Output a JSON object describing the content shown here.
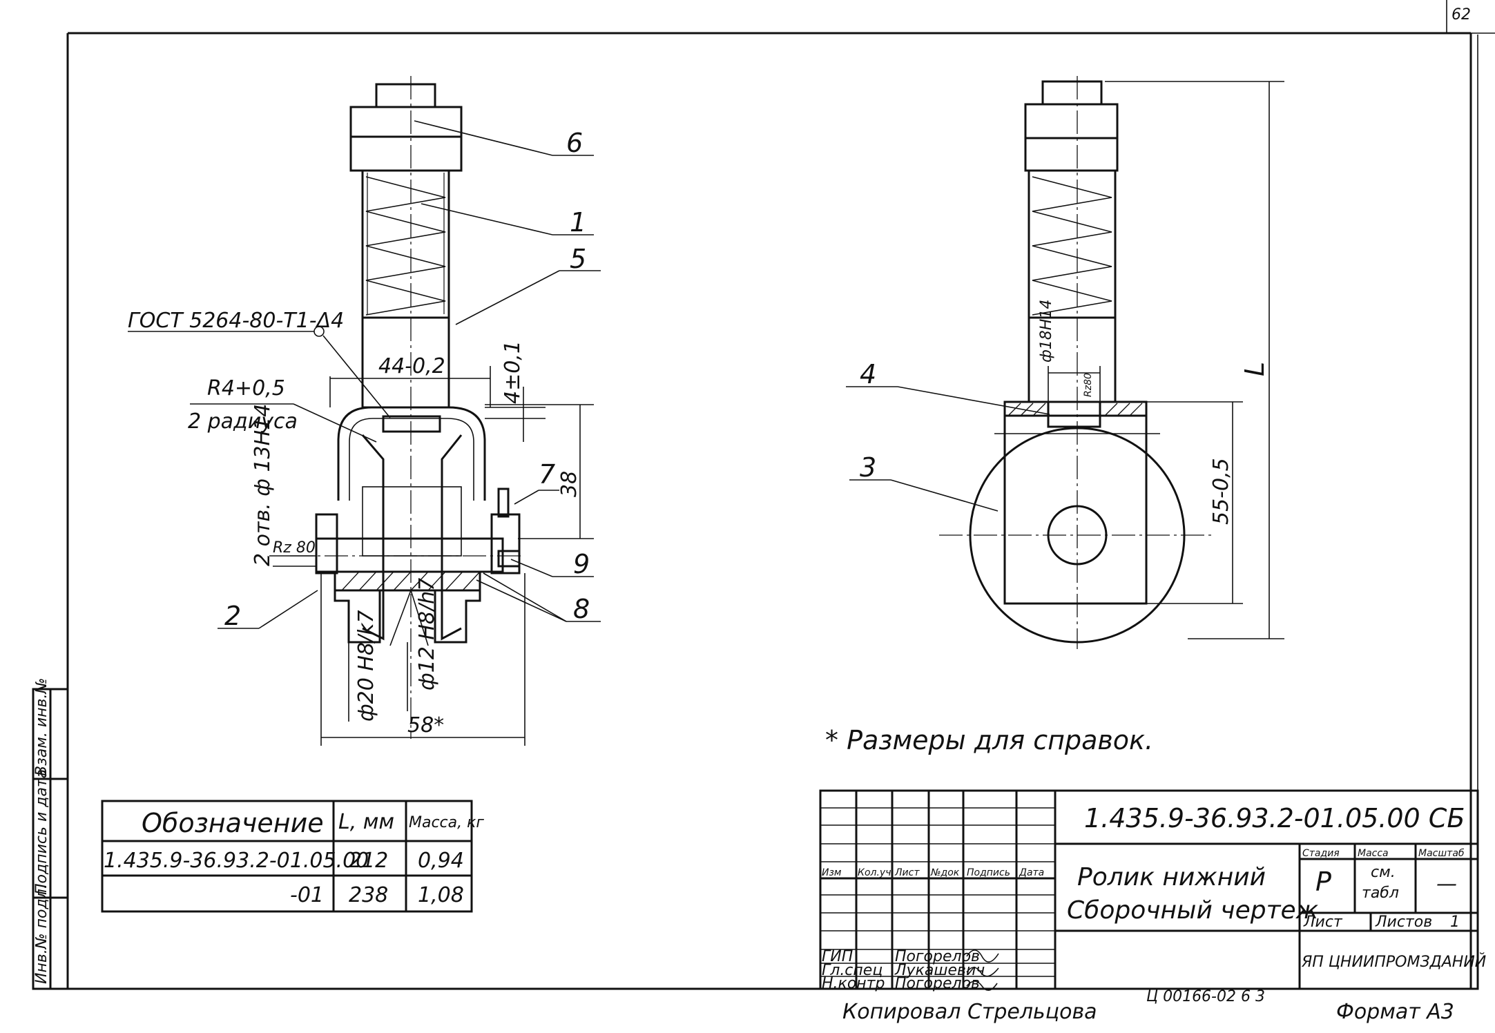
{
  "sheet": {
    "page_number": "62",
    "copied_by": "Копировал Стрельцова",
    "archive_code": "Ц 00166-02  6 3",
    "format": "Формат А3",
    "left_strip": [
      "Инв.№ подл.",
      "Подпись и дата",
      "Взам. инв.№"
    ]
  },
  "front_view": {
    "weld_symbol": "ГОСТ 5264-80-Т1-Δ4",
    "radius_note_1": "R4+0,5",
    "radius_note_2": "2 радиуса",
    "holes_note": "2 отв. ф 13Н14",
    "dim_44": "44-0,2",
    "dim_4": "4±0,1",
    "dim_38": "38",
    "roughness": "Rz 80",
    "fit_20": "ф20 H8/k7",
    "fit_12": "ф12 H8/h7",
    "dim_58": "58*",
    "part_labels": [
      "6",
      "1",
      "5",
      "7",
      "9",
      "8",
      "2"
    ]
  },
  "side_view": {
    "bore": "ф18Н14",
    "roughness": "Rz80",
    "dim_55": "55-0,5",
    "dim_L": "L",
    "part_labels": [
      "4",
      "3"
    ]
  },
  "reference_note": "* Размеры для справок.",
  "variants_table": {
    "headers": [
      "Обозначение",
      "L, мм",
      "Масса, кг"
    ],
    "rows": [
      [
        "1.435.9-36.93.2-01.05.00",
        "212",
        "0,94"
      ],
      [
        "-01",
        "238",
        "1,08"
      ]
    ]
  },
  "title_block": {
    "designation": "1.435.9-36.93.2-01.05.00 СБ",
    "name_line1": "Ролик нижний",
    "name_line2": "Сборочный чертеж",
    "stage_label": "Стадия",
    "mass_label": "Масса",
    "scale_label": "Масштаб",
    "stage": "Р",
    "mass_line1": "см.",
    "mass_line2": "табл",
    "scale": "—",
    "sheet_label": "Лист",
    "sheets_label": "Листов",
    "sheets_count": "1",
    "organization": "ЯП ЦНИИПРОМЗДАНИЙ",
    "change_headers": [
      "Изм",
      "Кол.уч",
      "Лист",
      "№док",
      "Подпись",
      "Дата"
    ],
    "roles": [
      "ГИП",
      "Гл.спец",
      "Н.контр"
    ],
    "names": [
      "Погорелов",
      "Лукашевич",
      "Погорелов"
    ]
  }
}
